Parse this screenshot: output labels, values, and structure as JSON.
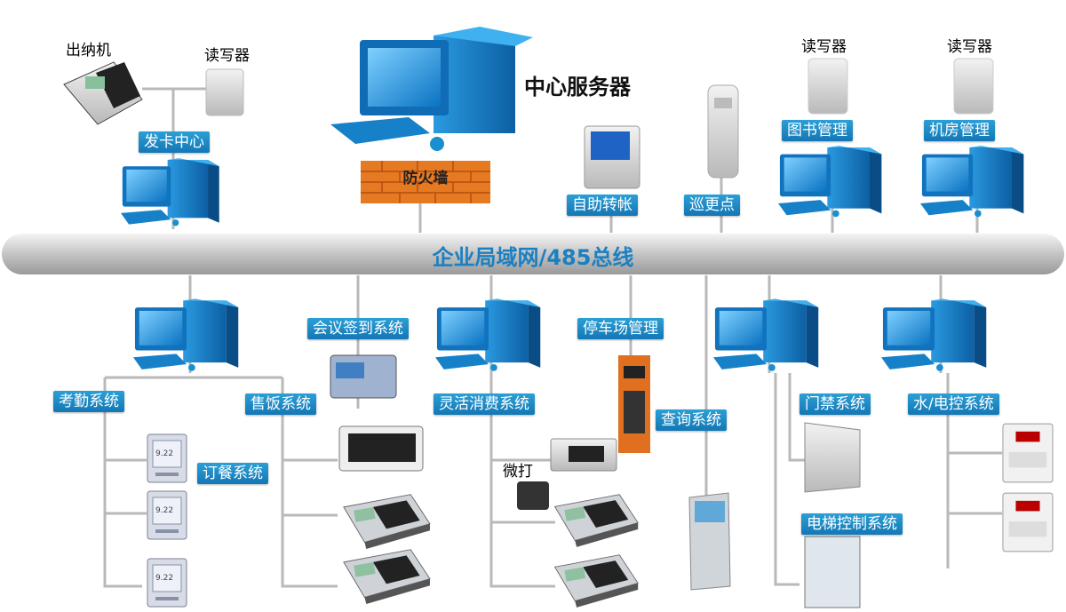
{
  "labels": {
    "cashier": "出纳机",
    "reader_top_left": "读写器",
    "card_center": "发卡中心",
    "server": "中心服务器",
    "firewall": "防火墙",
    "self_transfer": "自助转帐",
    "patrol": "巡更点",
    "reader_library": "读写器",
    "library": "图书管理",
    "reader_lab": "读写器",
    "computer_room": "机房管理",
    "bus": "企业局域网/485总线",
    "meeting": "会议签到系统",
    "parking": "停车场管理",
    "attendance": "考勤系统",
    "meal_sale": "售饭系统",
    "flexible": "灵活消费系统",
    "query": "查询系统",
    "access": "门禁系统",
    "water_elec": "水/电控系统",
    "ordering": "订餐系统",
    "micro_print": "微打",
    "elevator": "电梯控制系统"
  },
  "colors": {
    "label_blue": "#1e88c8",
    "monitor_blue": "#1a8fd0",
    "bus_gray": "#c8c8c8",
    "firewall_orange": "#e67a22"
  }
}
